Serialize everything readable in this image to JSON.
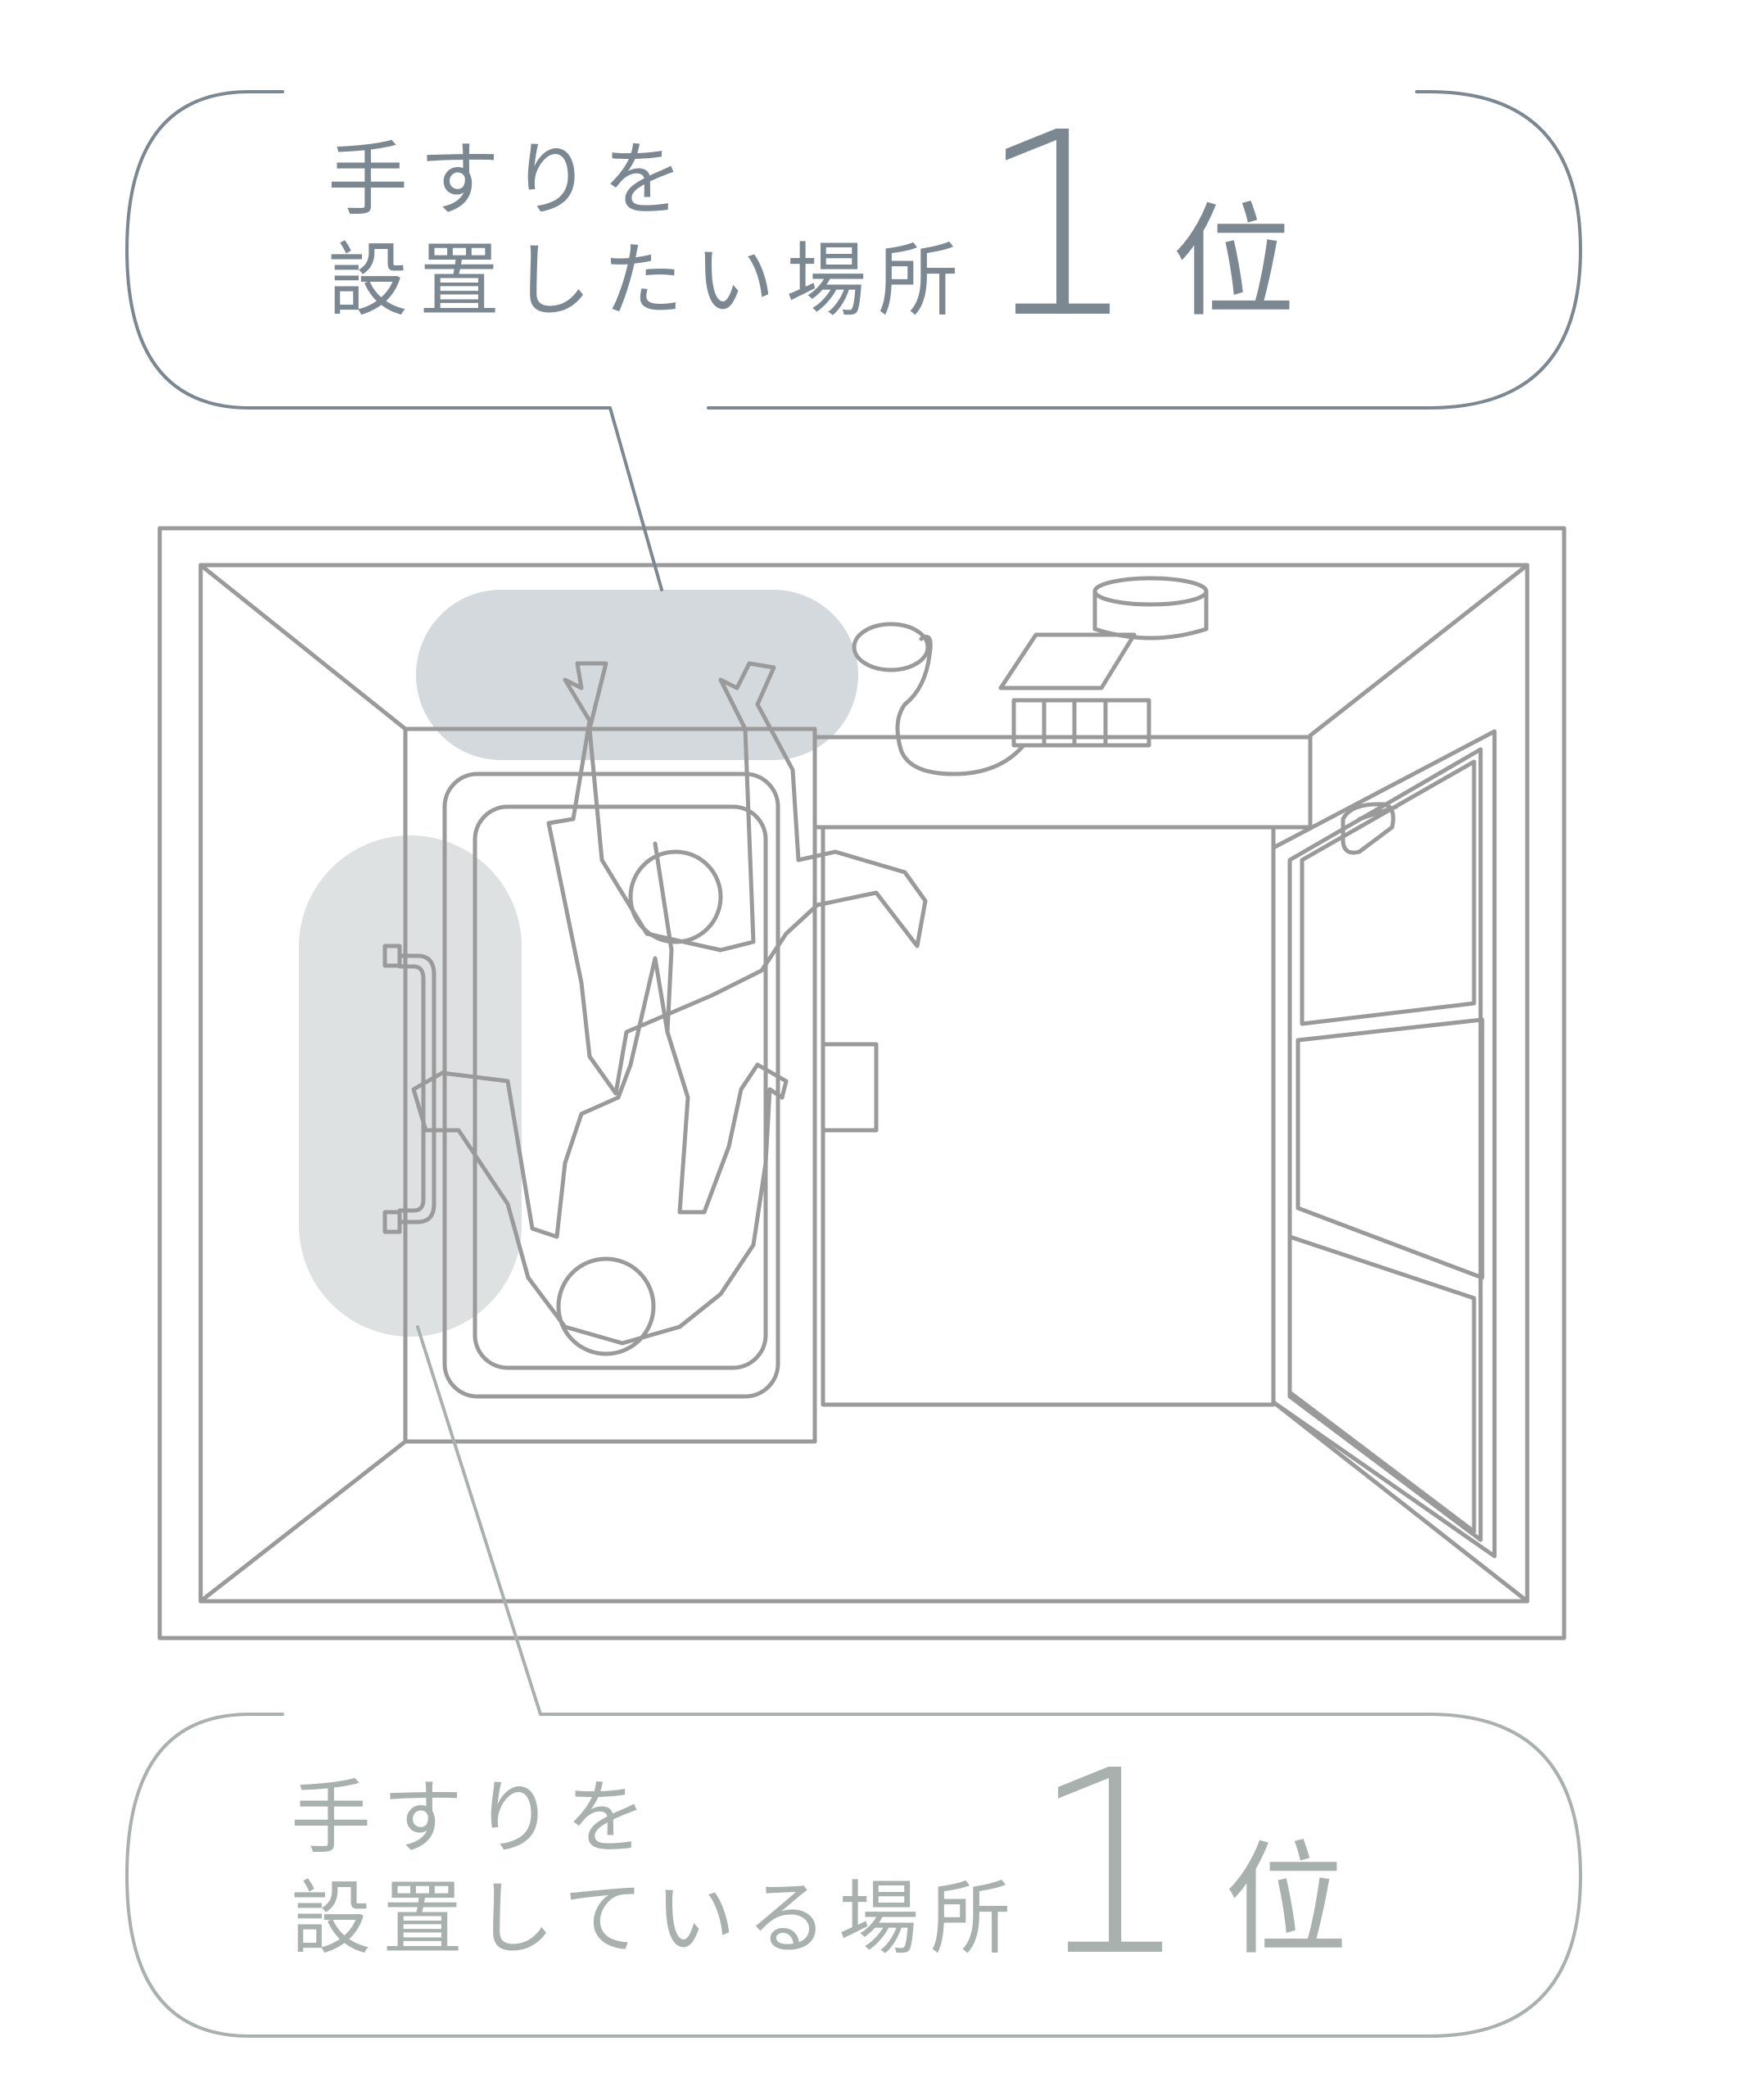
{
  "callout_top": {
    "line1": "手すりを",
    "line2": "設置したい場所",
    "number": "1",
    "rank_suffix": "位",
    "color": "#7b8891"
  },
  "callout_bottom": {
    "line1": "手すりを",
    "line2": "設置している場所",
    "number": "1",
    "rank_suffix": "位",
    "color": "#a8b1ad"
  },
  "colors": {
    "line": "#9a9a9a",
    "highlight_top": "#d3d9dc",
    "highlight_side": "#dde1e1"
  }
}
